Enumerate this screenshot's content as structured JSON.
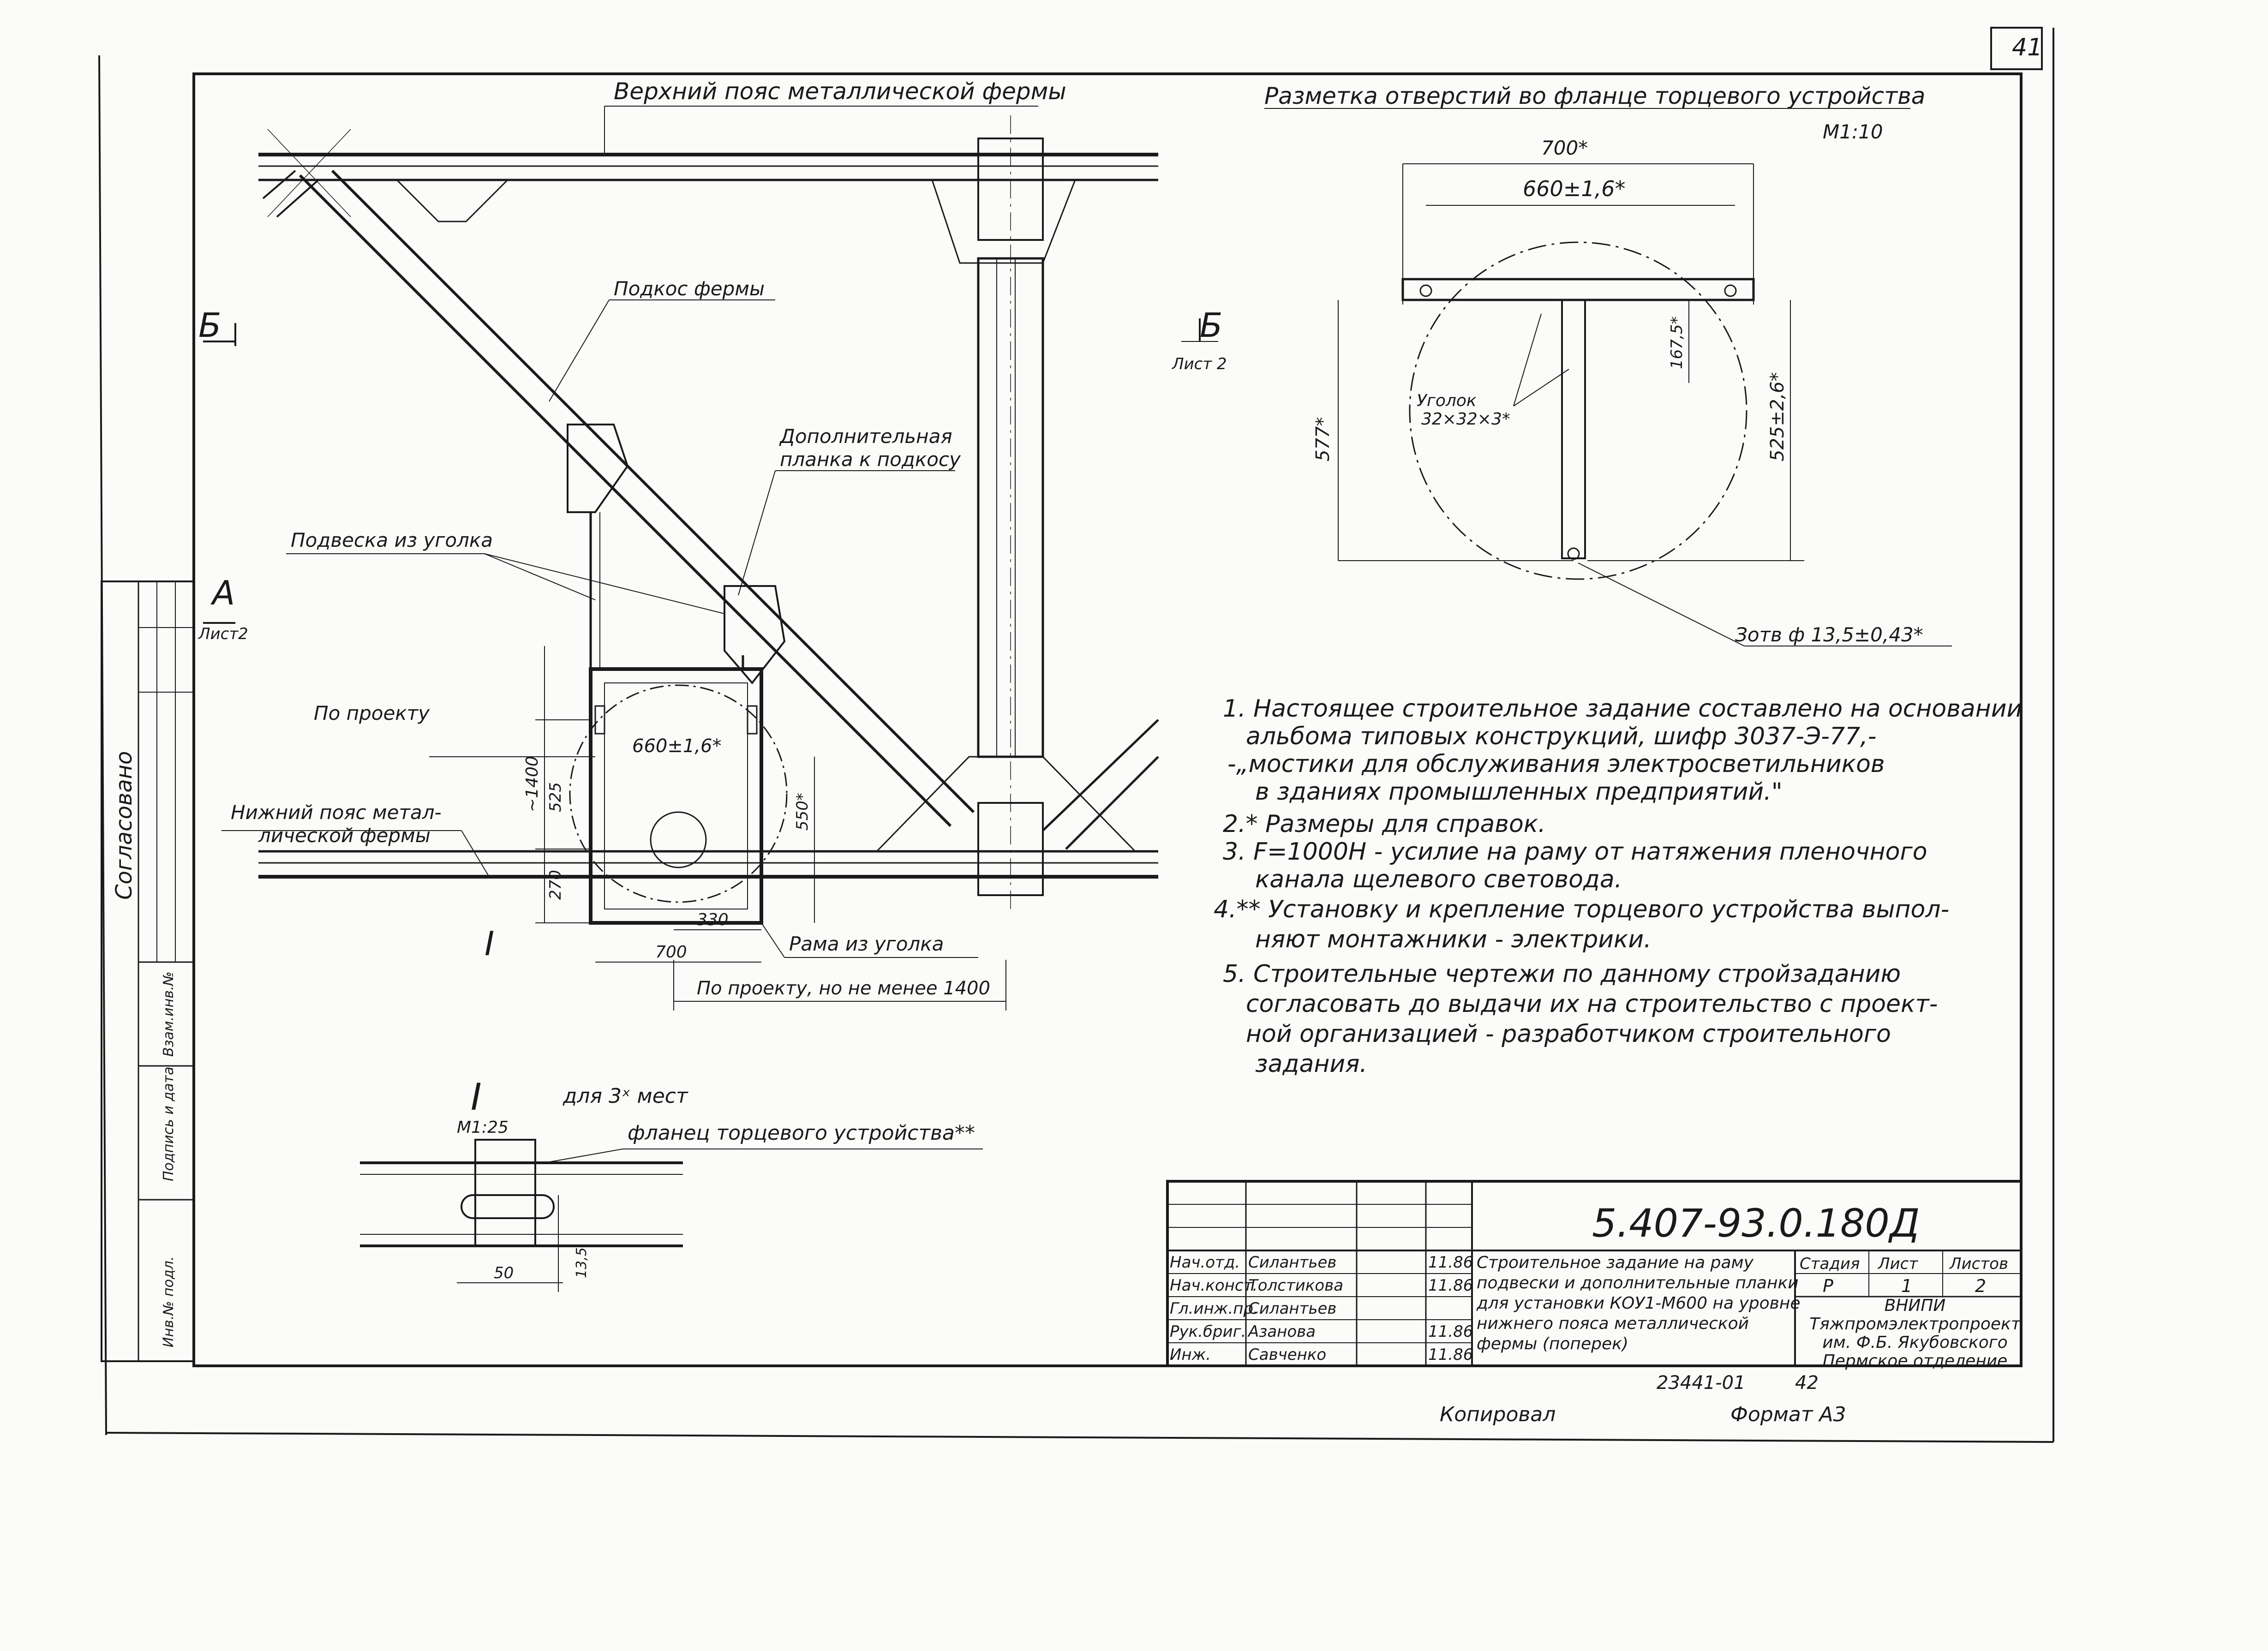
{
  "sheet": {
    "number": "41",
    "scale_main": "М1:10",
    "section_b": "Б",
    "section_a": "А",
    "sheet_ref_b": "Лист 2",
    "sheet_ref_a": "Лист2"
  },
  "labels": {
    "top_chord": "Верхний пояс металлической фермы",
    "brace": "Подкос фермы",
    "extra_plate_1": "Дополнительная",
    "extra_plate_2": "планка к подкосу",
    "hanger": "Подвеска из уголка",
    "by_project": "По проекту",
    "bottom_chord_1": "Нижний пояс метал-",
    "bottom_chord_2": "лической фермы",
    "frame": "Рама из уголка",
    "by_project_min": "По проекту, но не менее 1400",
    "detail_mark": "I",
    "detail_mark_small": "I",
    "detail_scale": "М1:25",
    "detail_places": "для 3ˣ мест",
    "detail_flange": "фланец торцевого устройства**",
    "hole_layout": "Разметка отверстий во фланце торцевого устройства",
    "angle_1": "Уголок",
    "angle_2": "32×32×3*",
    "hole": "Зотв ф 13,5±0,43*",
    "agreed": "Согласовано",
    "side_inv_orig": "Инв.№ подл.",
    "side_sign_date": "Подпись и дата",
    "side_inv_sub": "Взам.инв.№"
  },
  "dims": {
    "d700_top": "700*",
    "d660_top": "660±1,6*",
    "d577": "577*",
    "d167": "167,5*",
    "d525_right": "525±2,6*",
    "d1400": "~1400",
    "d525": "525",
    "d270": "270",
    "d660_main": "660±1,6*",
    "d550": "550*",
    "d330": "330",
    "d700_main": "700",
    "d50": "50",
    "d13_5": "13,5"
  },
  "notes": [
    "1. Настоящее строительное задание составлено на основании",
    "альбома типовых конструкций, шифр 3037-Э-77,-",
    "-„мостики для обслуживания электросветильников",
    "в зданиях промышленных предприятий.\"",
    "2.* Размеры для справок.",
    "3. F=1000Н - усилие на раму от натяжения пленочного",
    "канала щелевого световода.",
    "4.** Установку и крепление торцевого устройства выпол-",
    "няют монтажники - электрики.",
    "5. Строительные чертежи по данному стройзаданию",
    "согласовать до выдачи их на строительство с проект-",
    "ной организацией - разработчиком строительного",
    "задания."
  ],
  "title_block": {
    "code": "5.407-93.0.180Д",
    "rows": [
      {
        "role": "Нач.отд.",
        "name": "Силантьев",
        "date": "11.86"
      },
      {
        "role": "Нач.конст.",
        "name": "Толстикова",
        "date": "11.86"
      },
      {
        "role": "Гл.инж.пр.",
        "name": "Силантьев",
        "date": ""
      },
      {
        "role": "Рук.бриг.",
        "name": "Азанова",
        "date": "11.86"
      },
      {
        "role": "Инж.",
        "name": "Савченко",
        "date": "11.86"
      }
    ],
    "description": [
      "Строительное задание на раму",
      "подвески и дополнительные планки",
      "для установки КОУ1-М600 на уровне",
      "нижнего пояса металлической",
      "фермы (поперек)"
    ],
    "stage_label": "Стадия",
    "sheet_label": "Лист",
    "sheets_label": "Листов",
    "stage": "Р",
    "sheet": "1",
    "sheets": "2",
    "org": [
      "ВНИПИ",
      "Тяжпромэлектропроект",
      "им. Ф.Б. Якубовского",
      "Пермское отделение"
    ],
    "inventory": "23441-01",
    "page": "42",
    "copied": "Копировал",
    "format": "Формат А3"
  }
}
